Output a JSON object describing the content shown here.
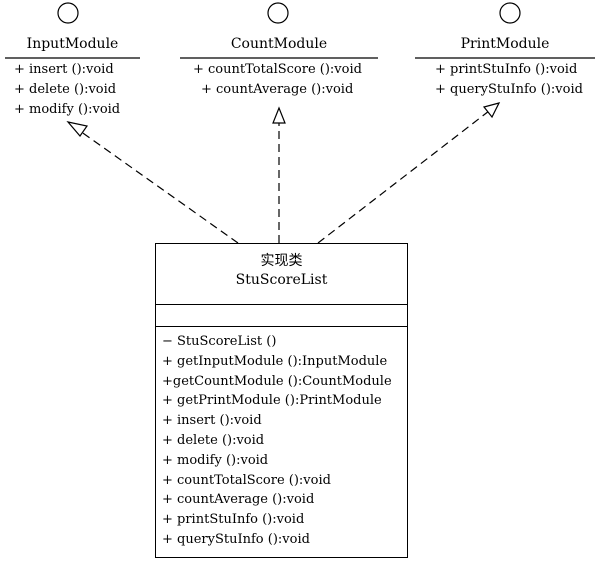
{
  "interfaces": [
    {
      "name": "InputModule",
      "operations": [
        "+ insert ():void",
        "+ delete ():void",
        "+ modify ():void"
      ]
    },
    {
      "name": "CountModule",
      "operations": [
        "+ countTotalScore ():void",
        "+ countAverage ():void"
      ]
    },
    {
      "name": "PrintModule",
      "operations": [
        "+ printStuInfo ():void",
        "+ queryStuInfo ():void"
      ]
    }
  ],
  "class": {
    "stereotype": "实现类",
    "name": "StuScoreList",
    "operations": [
      "− StuScoreList ()",
      "+ getInputModule ():InputModule",
      "+getCountModule ():CountModule",
      "+ getPrintModule ():PrintModule",
      "+ insert ():void",
      "+ delete ():void",
      "+ modify ():void",
      "+ countTotalScore ():void",
      "+ countAverage ():void",
      "+ printStuInfo ():void",
      "+ queryStuInfo ():void"
    ]
  }
}
